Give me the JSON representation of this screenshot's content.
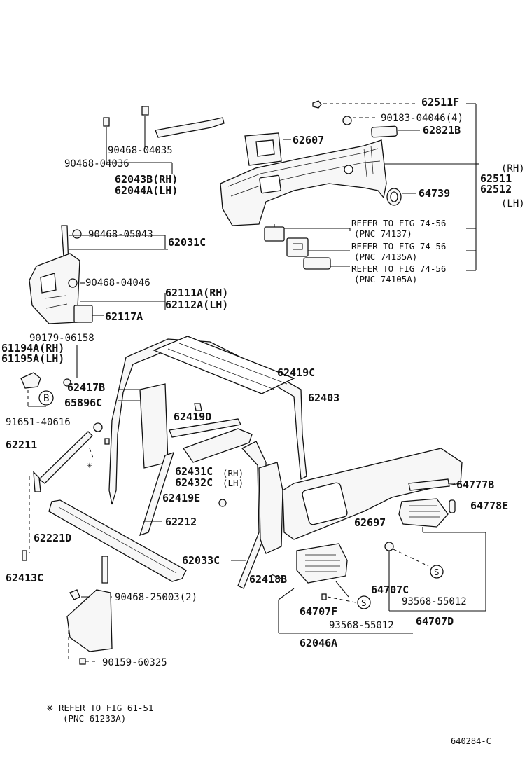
{
  "labels": {
    "p62511F": "62511F",
    "p90183": "90183-04046(4)",
    "p62821B": "62821B",
    "p62607": "62607",
    "p62511": "62511",
    "p62512": "62512",
    "rh_top": "(RH)",
    "lh_top": "(LH)",
    "p64739": "64739",
    "ref1_line1": "REFER TO FIG  74-56",
    "ref1_line2": "(PNC 74137)",
    "ref2_line1": "REFER TO FIG  74-56",
    "ref2_line2": "(PNC 74135A)",
    "ref3_line1": "REFER TO FIG  74-56",
    "ref3_line2": "(PNC 74105A)",
    "p90468_04035": "90468-04035",
    "p90468_04036": "90468-04036",
    "p62043B": "62043B(RH)",
    "p62044A": "62044A(LH)",
    "p90468_05043": "90468-05043",
    "p62031C": "62031C",
    "p90468_04046": "90468-04046",
    "p62111A": "62111A(RH)",
    "p62112A": "62112A(LH)",
    "p62117A": "62117A",
    "p90179": "90179-06158",
    "p61194A": "61194A(RH)",
    "p61195A": "61195A(LH)",
    "p62419C": "62419C",
    "p62417B": "62417B",
    "p65896C": "65896C",
    "p62403": "62403",
    "p62419D": "62419D",
    "circleB": "B",
    "p91651": "91651-40616",
    "p62211": "62211",
    "asterisk": "※",
    "p62431C": "62431C",
    "rh_mid": "(RH)",
    "p62432C": "62432C",
    "lh_mid": "(LH)",
    "p62419E": "62419E",
    "p64777B": "64777B",
    "p64778E": "64778E",
    "p62212": "62212",
    "p62697": "62697",
    "p62221D": "62221D",
    "p62033C": "62033C",
    "p62418B": "62418B",
    "p62413C": "62413C",
    "p64707C": "64707C",
    "circleS1": "S",
    "p93568_a": "93568-55012",
    "p64707D": "64707D",
    "p90468_25003": "90468-25003(2)",
    "p64707F": "64707F",
    "circleS2": "S",
    "p93568_b": "93568-55012",
    "p62046A": "62046A",
    "p90159": "90159-60325",
    "footnote_line1": "※  REFER TO FIG  61-51",
    "footnote_line2": "(PNC 61233A)",
    "drawing_id": "640284-C"
  }
}
